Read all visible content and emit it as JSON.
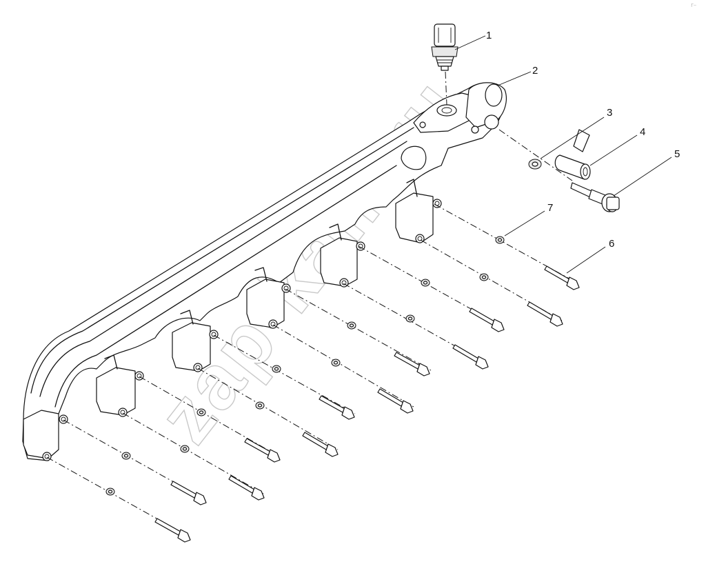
{
  "callouts": [
    {
      "id": "1",
      "label": "1"
    },
    {
      "id": "2",
      "label": "2"
    },
    {
      "id": "3",
      "label": "3"
    },
    {
      "id": "4",
      "label": "4"
    },
    {
      "id": "5",
      "label": "5"
    },
    {
      "id": "6",
      "label": "6"
    },
    {
      "id": "7",
      "label": "7"
    }
  ],
  "watermark": "zap-kam.ru",
  "corner_mark": "r–"
}
